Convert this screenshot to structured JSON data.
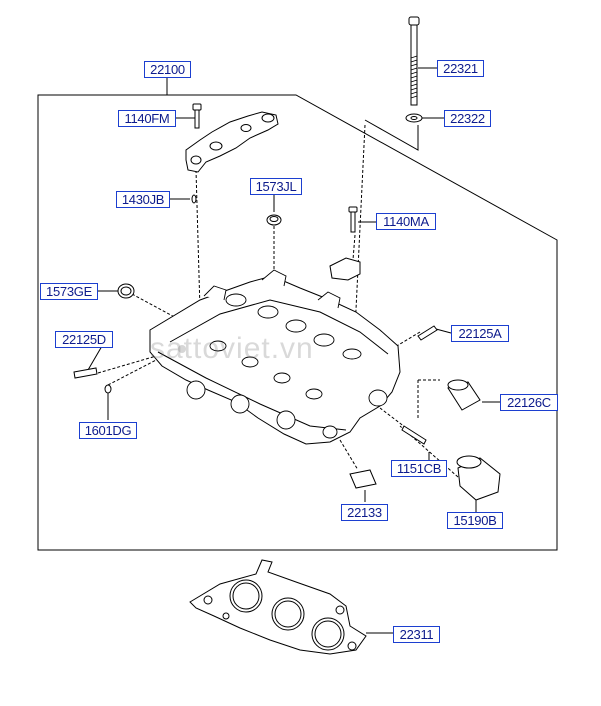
{
  "parts": {
    "p22100": "22100",
    "p22321": "22321",
    "p22322": "22322",
    "p1140FM": "1140FM",
    "p1430JB": "1430JB",
    "p1573JL": "1573JL",
    "p1140MA": "1140MA",
    "p1573GE": "1573GE",
    "p22125A": "22125A",
    "p22125D": "22125D",
    "p22126C": "22126C",
    "p1601DG": "1601DG",
    "p1151CB": "1151CB",
    "p22133": "22133",
    "p15190B": "15190B",
    "p22311": "22311"
  },
  "watermark": "sattoviet.vn",
  "colors": {
    "callout_border": "#1c3fd0",
    "callout_text": "#0d1b8c",
    "line": "#000000"
  }
}
